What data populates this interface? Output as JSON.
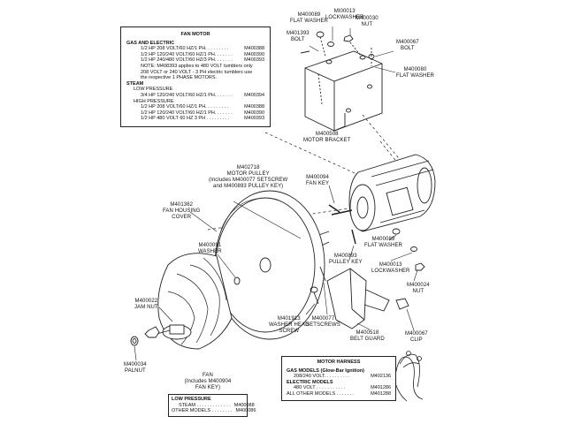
{
  "fan_motor_table": {
    "title": "FAN MOTOR",
    "rows": [
      {
        "cls": "hdr",
        "text": "GAS AND ELECTRIC",
        "pn": ""
      },
      {
        "cls": "indent2",
        "text": "1/2 HP 208 VOLT/60 HZ/1 PH. . . . . . . . .",
        "pn": "M400388"
      },
      {
        "cls": "indent2",
        "text": "1/2 HP 120/240 VOLT/60 HZ/1 PH. . . . . . .",
        "pn": "M400390"
      },
      {
        "cls": "indent2",
        "text": "1/2 HP 240/480 VOLT/60 HZ/3 PH. . . . . . .",
        "pn": "M400393"
      },
      {
        "cls": "indent2",
        "text": "NOTE: M408393 applies to 480 VOLT tumblers only",
        "pn": ""
      },
      {
        "cls": "indent2",
        "text": "208 VOLT or 240 VOLT - 3 PH electric tumblers use",
        "pn": ""
      },
      {
        "cls": "indent2",
        "text": "the respective 1 PHASE MOTORS.",
        "pn": ""
      },
      {
        "cls": "hdr",
        "text": "STEAM",
        "pn": ""
      },
      {
        "cls": "indent1",
        "text": "LOW PRESSURE",
        "pn": ""
      },
      {
        "cls": "indent2",
        "text": "3/4 HP 120/240 VOLT/60 HZ/1 PH. . . . . . .",
        "pn": "M400394"
      },
      {
        "cls": "indent1",
        "text": "HIGH PRESSURE",
        "pn": ""
      },
      {
        "cls": "indent2",
        "text": "1/2 HP 208 VOLT/60 HZ/1 PH. . . . . . . . .",
        "pn": "M400388"
      },
      {
        "cls": "indent2",
        "text": "1/2 HP 120/240 VOLT/60 HZ/1 PH. . . . . . .",
        "pn": "M400390"
      },
      {
        "cls": "indent2",
        "text": "1/2 HP 480 VOLT 60 HZ 3 PH . . . . . . . . .",
        "pn": "M400393"
      }
    ]
  },
  "labels": {
    "flat_washer_top": [
      "M400089",
      "FLAT WASHER"
    ],
    "lockwasher_top": [
      "MI00013",
      "LOCKWASHER"
    ],
    "nut_top": [
      "M400030",
      "NUT"
    ],
    "bolt_left": [
      "M401393",
      "BOLT"
    ],
    "bolt_right": [
      "M400067",
      "BOLT"
    ],
    "flat_washer_right": [
      "M400080",
      "FLAT WASHER"
    ],
    "motor_bracket": [
      "M400508",
      "MOTOR BRACKET"
    ],
    "motor_pulley": [
      "M402718",
      "MOTOR PULLEY",
      "(Includes M400077 SETSCREW",
      "and M400893 PULLEY KEY)"
    ],
    "fan_key": [
      "M400094",
      "FAN KEY"
    ],
    "fan_housing_cover": [
      "M401362",
      "FAN HOUSING",
      "COVER"
    ],
    "washer": [
      "M400091",
      "WASHER"
    ],
    "flat_washer_mid": [
      "M400089",
      "FLAT WASHER"
    ],
    "pulley_key": [
      "M400893",
      "PULLEY KEY"
    ],
    "lockwasher_mid": [
      "M400013",
      "LOCKWASHER"
    ],
    "nut_mid": [
      "M400024",
      "NUT"
    ],
    "jam_nut": [
      "M400022",
      "JAM NUT"
    ],
    "washer_head_screw": [
      "M401913",
      "WASHER HEAD",
      "SCREW"
    ],
    "setscrews": [
      "M400077",
      "SETSCREWS"
    ],
    "belt_guard": [
      "M400518",
      "BELT GUARD"
    ],
    "clip": [
      "M400067",
      "CLIP"
    ],
    "palnut": [
      "M400034",
      "PALNUT"
    ]
  },
  "fan_table": {
    "title_lines": [
      "FAN",
      "(Includes M400904",
      "FAN KEY)"
    ],
    "rows": [
      {
        "cls": "hdr",
        "text": "LOW PRESSURE",
        "pn": ""
      },
      {
        "cls": "indent1",
        "text": "STEAM . . . . . . . . . . . . .",
        "pn": "M400088"
      },
      {
        "cls": "",
        "text": "OTHER MODELS . . . . . . . .",
        "pn": "M400086"
      }
    ]
  },
  "motor_harness_table": {
    "title": "MOTOR HARNESS",
    "rows": [
      {
        "cls": "hdr",
        "text": "GAS MODELS (Glow-Bar Ignition)",
        "pn": ""
      },
      {
        "cls": "indent1",
        "text": "208/240 VOLT. . . . . . . . . .",
        "pn": "M402136"
      },
      {
        "cls": "hdr",
        "text": "ELECTRIC MODELS",
        "pn": ""
      },
      {
        "cls": "indent1",
        "text": "480 VOLT . . . . . . . . . . .",
        "pn": "M401286"
      },
      {
        "cls": "",
        "text": "ALL OTHER MODELS . . . . . . .",
        "pn": "M401288"
      }
    ]
  }
}
